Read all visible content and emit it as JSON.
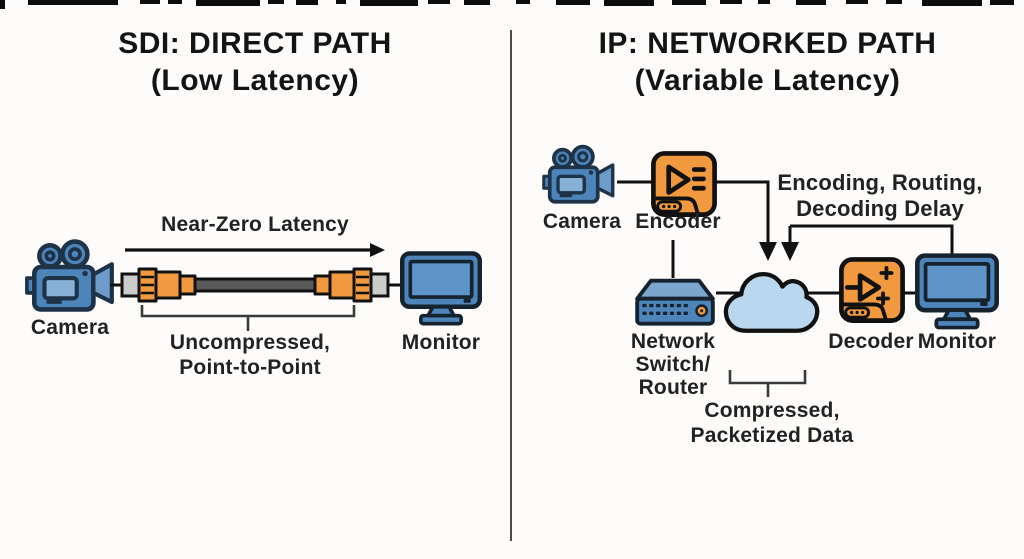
{
  "sdi_panel": {
    "title": "SDI: DIRECT PATH\n(Low Latency)",
    "latency_label": "Near-Zero Latency",
    "camera_label": "Camera",
    "monitor_label": "Monitor",
    "cable_note": "Uncompressed,\nPoint-to-Point"
  },
  "ip_panel": {
    "title": "IP: NETWORKED PATH\n(Variable Latency)",
    "camera_label": "Camera",
    "encoder_label": "Encoder",
    "switch_label": "Network\nSwitch/\nRouter",
    "decoder_label": "Decoder",
    "monitor_label": "Monitor",
    "delay_note": "Encoding, Routing,\nDecoding Delay",
    "data_note": "Compressed,\nPacketized Data"
  },
  "palette": {
    "device_blue": "#4d85bb",
    "device_blue_light": "#7ba7cf",
    "screen_blue": "#5e95c8",
    "outline_navy": "#1e3348",
    "accent_orange": "#f0993f",
    "cloud_blue": "#b9d8ef",
    "cable_gray": "#5a5a5a",
    "line_black": "#111111",
    "background": "#fdfcfa"
  }
}
